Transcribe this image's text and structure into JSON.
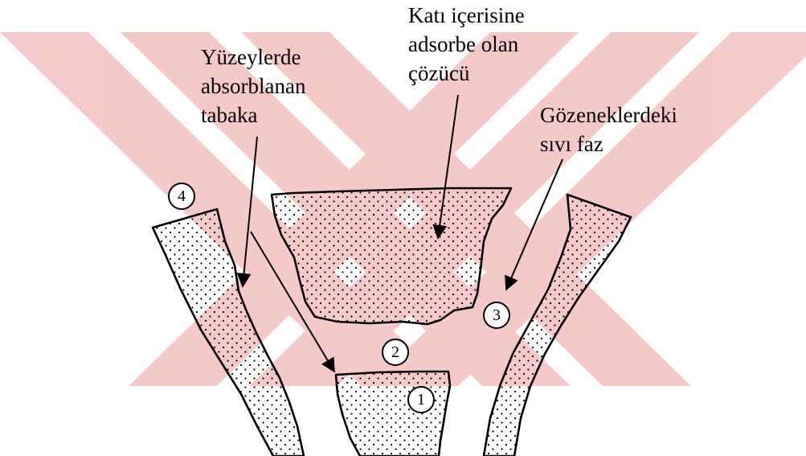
{
  "labels": {
    "surface_layer": [
      "Yüzeylerde",
      "absorblanan",
      "tabaka"
    ],
    "adsorbed_solvent": [
      "Katı içerisine",
      "adsorbe olan",
      "çözücü"
    ],
    "pore_liquid": [
      "Gözeneklerdeki",
      "sıvı faz"
    ]
  },
  "markers": [
    "1",
    "2",
    "3",
    "4"
  ],
  "watermark": {
    "color": "#f3b8b8"
  }
}
